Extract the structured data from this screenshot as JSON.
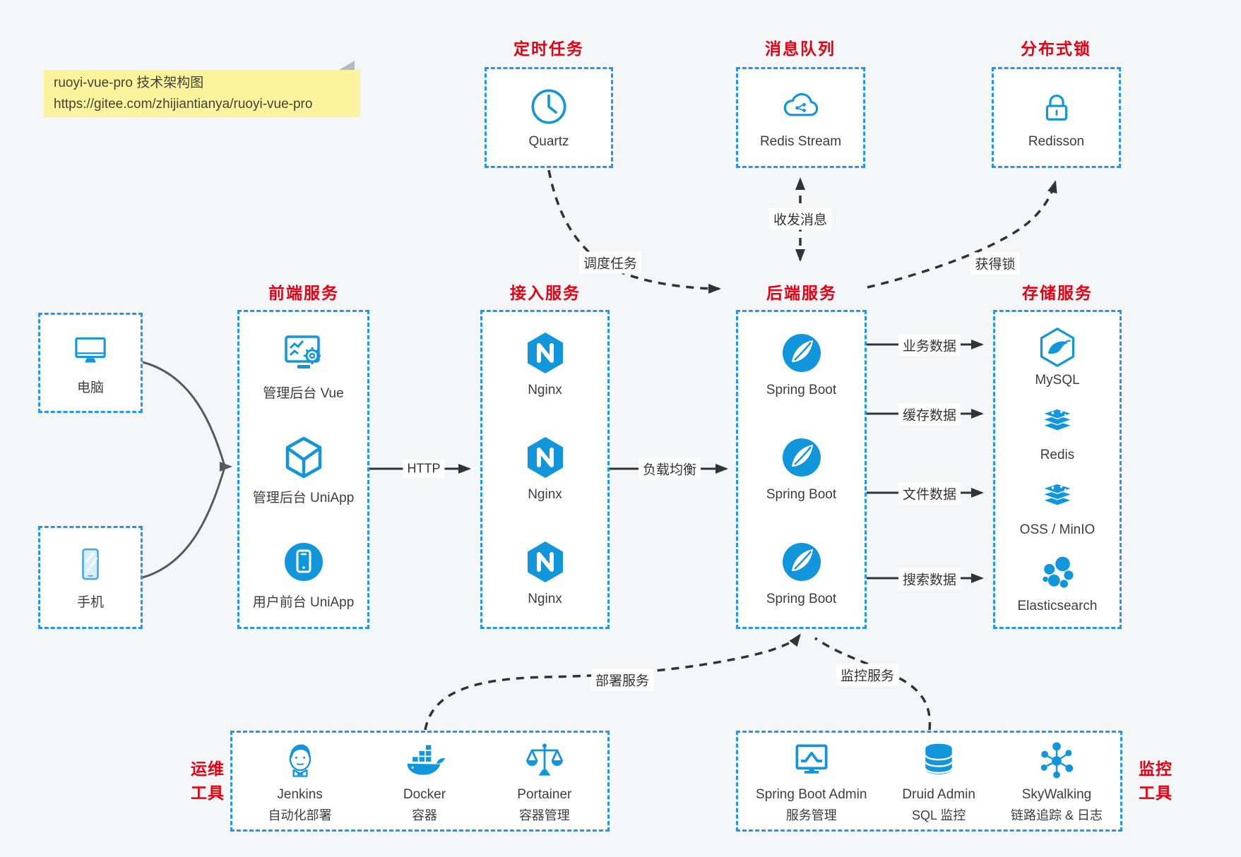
{
  "note": {
    "line1": "ruoyi-vue-pro 技术架构图",
    "line2": "https://gitee.com/zhijiantianya/ruoyi-vue-pro"
  },
  "top_services": [
    {
      "title": "定时任务",
      "label": "Quartz",
      "icon": "clock-icon"
    },
    {
      "title": "消息队列",
      "label": "Redis Stream",
      "icon": "cloud-stream-icon"
    },
    {
      "title": "分布式锁",
      "label": "Redisson",
      "icon": "lock-icon"
    }
  ],
  "clients": [
    {
      "label": "电脑",
      "icon": "desktop-icon"
    },
    {
      "label": "手机",
      "icon": "mobile-icon"
    }
  ],
  "columns": {
    "frontend": {
      "title": "前端服务",
      "items": [
        {
          "label": "管理后台 Vue",
          "icon": "admin-vue-icon"
        },
        {
          "label": "管理后台 UniApp",
          "icon": "uniapp-cube-icon"
        },
        {
          "label": "用户前台 UniApp",
          "icon": "uniapp-mobile-icon"
        }
      ]
    },
    "access": {
      "title": "接入服务",
      "items": [
        {
          "label": "Nginx",
          "icon": "nginx-icon"
        },
        {
          "label": "Nginx",
          "icon": "nginx-icon"
        },
        {
          "label": "Nginx",
          "icon": "nginx-icon"
        }
      ]
    },
    "backend": {
      "title": "后端服务",
      "items": [
        {
          "label": "Spring Boot",
          "icon": "spring-boot-icon"
        },
        {
          "label": "Spring Boot",
          "icon": "spring-boot-icon"
        },
        {
          "label": "Spring Boot",
          "icon": "spring-boot-icon"
        }
      ]
    },
    "storage": {
      "title": "存储服务",
      "items": [
        {
          "label": "MySQL",
          "icon": "mysql-icon"
        },
        {
          "label": "Redis",
          "icon": "redis-stack-icon"
        },
        {
          "label": "OSS / MinIO",
          "icon": "oss-stack-icon"
        },
        {
          "label": "Elasticsearch",
          "icon": "elasticsearch-icon"
        }
      ]
    }
  },
  "edges": {
    "http": "HTTP",
    "load_balance": "负载均衡",
    "schedule_job": "调度任务",
    "send_receive_message": "收发消息",
    "acquire_lock": "获得锁",
    "business_data": "业务数据",
    "cache_data": "缓存数据",
    "file_data": "文件数据",
    "search_data": "搜索数据",
    "deploy_service": "部署服务",
    "monitor_service": "监控服务"
  },
  "ops_tools": {
    "title": [
      "运维",
      "工具"
    ],
    "items": [
      {
        "name": "Jenkins",
        "desc": "自动化部署",
        "icon": "jenkins-icon"
      },
      {
        "name": "Docker",
        "desc": "容器",
        "icon": "docker-icon"
      },
      {
        "name": "Portainer",
        "desc": "容器管理",
        "icon": "portainer-icon"
      }
    ]
  },
  "monitor_tools": {
    "title": [
      "监控",
      "工具"
    ],
    "items": [
      {
        "name": "Spring Boot Admin",
        "desc": "服务管理",
        "icon": "spring-boot-admin-icon"
      },
      {
        "name": "Druid Admin",
        "desc": "SQL 监控",
        "icon": "druid-icon"
      },
      {
        "name": "SkyWalking",
        "desc": "链路追踪 & 日志",
        "icon": "skywalking-icon"
      }
    ]
  },
  "colors": {
    "icon_blue": "#1296db",
    "border_blue": "#2196f3",
    "title_red": "#e60013",
    "note_yellow": "#fbf49c",
    "arrow_dark": "#333333",
    "arrow_gray": "#595959"
  }
}
